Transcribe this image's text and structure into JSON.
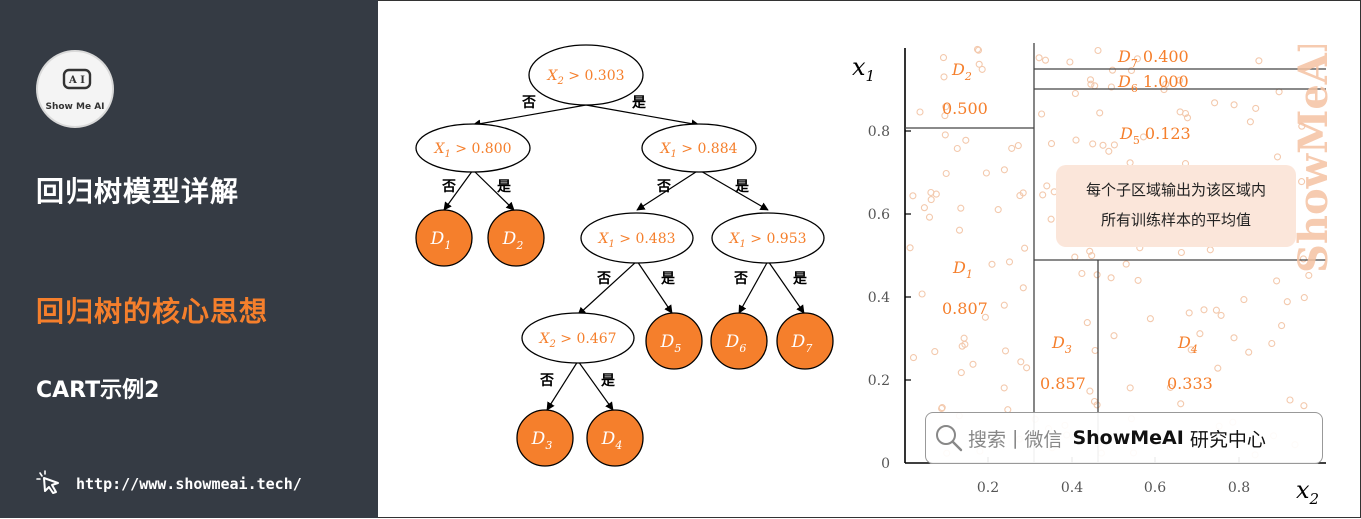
{
  "sidebar": {
    "logo_text": "Show Me AI",
    "title_main": "回归树模型详解",
    "title_sub": "回归树的核心思想",
    "title_cart": "CART示例2",
    "url": "http://www.showmeai.tech/",
    "accent_color": "#f57f2c",
    "bg_color": "#353b44"
  },
  "tree": {
    "yes_label": "是",
    "no_label": "否",
    "nodes": [
      {
        "id": "n0",
        "var": "X",
        "sub": "2",
        "threshold": "> 0.303"
      },
      {
        "id": "n1",
        "var": "X",
        "sub": "1",
        "threshold": "> 0.800"
      },
      {
        "id": "n2",
        "var": "X",
        "sub": "1",
        "threshold": "> 0.884"
      },
      {
        "id": "n3",
        "var": "X",
        "sub": "1",
        "threshold": "> 0.483"
      },
      {
        "id": "n4",
        "var": "X",
        "sub": "1",
        "threshold": "> 0.953"
      },
      {
        "id": "n5",
        "var": "X",
        "sub": "2",
        "threshold": "> 0.467"
      }
    ],
    "leaves": [
      {
        "id": "D1",
        "sub": "1"
      },
      {
        "id": "D2",
        "sub": "2"
      },
      {
        "id": "D3",
        "sub": "3"
      },
      {
        "id": "D4",
        "sub": "4"
      },
      {
        "id": "D5",
        "sub": "5"
      },
      {
        "id": "D6",
        "sub": "6"
      },
      {
        "id": "D7",
        "sub": "7"
      }
    ]
  },
  "plot": {
    "x_axis_label": "x",
    "x_axis_sub": "2",
    "y_axis_label": "x",
    "y_axis_sub": "1",
    "x_ticks": [
      "0.2",
      "0.4",
      "0.6",
      "0.8"
    ],
    "y_ticks": [
      "0",
      "0.2",
      "0.4",
      "0.6",
      "0.8"
    ],
    "regions": [
      {
        "name": "D",
        "sub": "1",
        "value": "0.807"
      },
      {
        "name": "D",
        "sub": "2",
        "value": "0.500"
      },
      {
        "name": "D",
        "sub": "3",
        "value": "0.857"
      },
      {
        "name": "D",
        "sub": "4",
        "value": "0.333"
      },
      {
        "name": "D",
        "sub": "5",
        "value": "0.123"
      },
      {
        "name": "D",
        "sub": "6",
        "value": "1.000"
      },
      {
        "name": "D",
        "sub": "7",
        "value": "0.400"
      }
    ],
    "callout_line1": "每个子区域输出为该区域内",
    "callout_line2": "所有训练样本的平均值"
  },
  "watermark": {
    "search": "搜索",
    "divider": "|",
    "wechat": "微信",
    "brand": "ShowMeAI",
    "suffix": "研究中心",
    "vertical_text": "ShowMeAI"
  }
}
